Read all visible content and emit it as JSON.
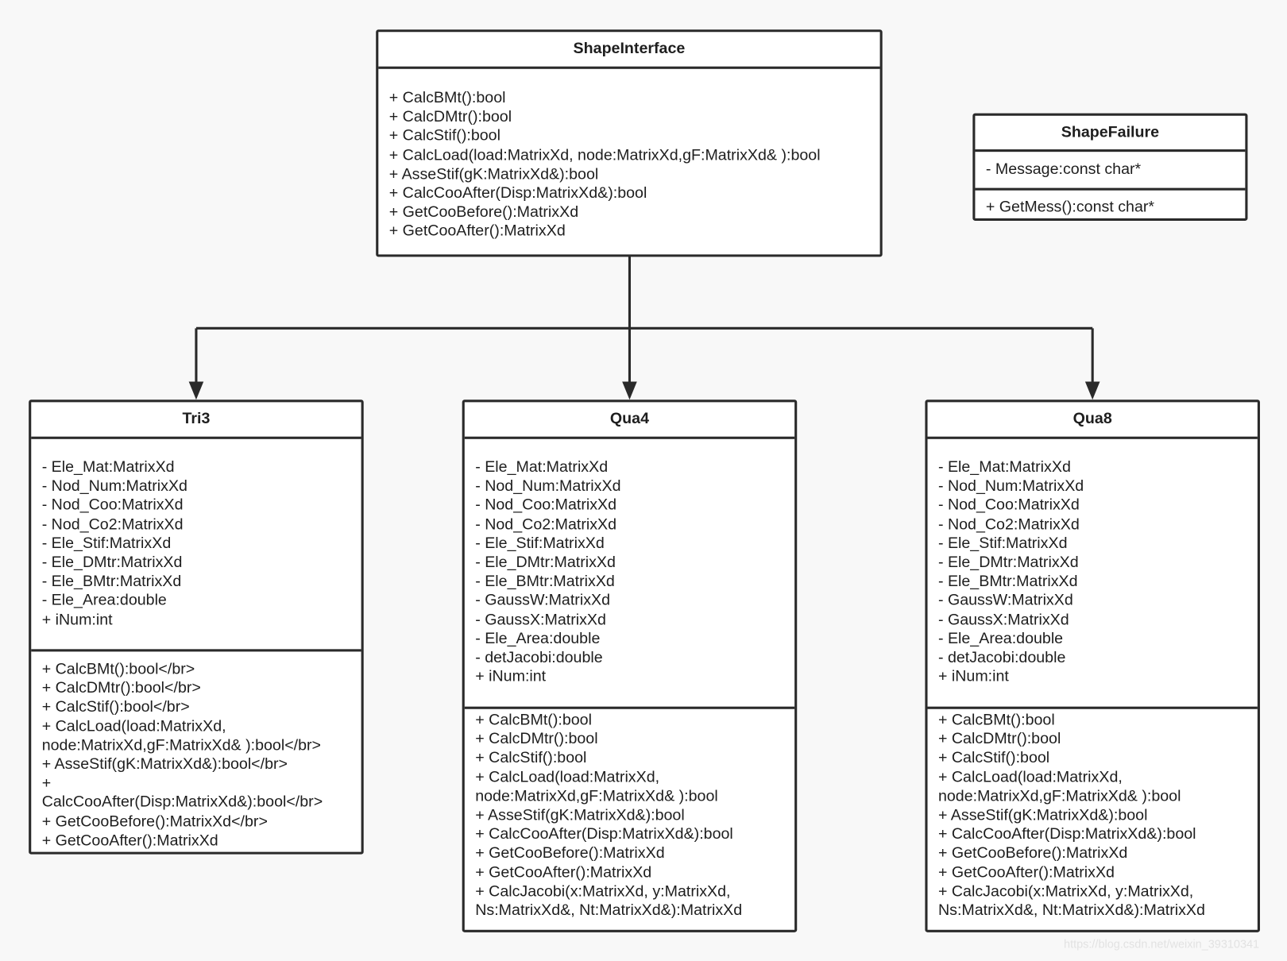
{
  "classes": {
    "shape_interface": {
      "name": "ShapeInterface",
      "operations": [
        "+ CalcBMt():bool",
        "+ CalcDMtr():bool",
        "+ CalcStif():bool",
        "+ CalcLoad(load:MatrixXd, node:MatrixXd,gF:MatrixXd& ):bool",
        "+ AsseStif(gK:MatrixXd&):bool",
        "+ CalcCooAfter(Disp:MatrixXd&):bool",
        "+ GetCooBefore():MatrixXd",
        "+ GetCooAfter():MatrixXd"
      ]
    },
    "shape_failure": {
      "name": "ShapeFailure",
      "attributes": [
        "- Message:const char*"
      ],
      "operations": [
        "+ GetMess():const char*"
      ]
    },
    "tri3": {
      "name": "Tri3",
      "attributes": [
        "- Ele_Mat:MatrixXd",
        "- Nod_Num:MatrixXd",
        "- Nod_Coo:MatrixXd",
        "- Nod_Co2:MatrixXd",
        "- Ele_Stif:MatrixXd",
        "- Ele_DMtr:MatrixXd",
        "- Ele_BMtr:MatrixXd",
        "- Ele_Area:double",
        "+ iNum:int"
      ],
      "operations": [
        "+ CalcBMt():bool</br>",
        "+ CalcDMtr():bool</br>",
        "+ CalcStif():bool</br>",
        "+ CalcLoad(load:MatrixXd,\nnode:MatrixXd,gF:MatrixXd& ):bool</br>",
        "+ AsseStif(gK:MatrixXd&):bool</br>",
        "+\nCalcCooAfter(Disp:MatrixXd&):bool</br>",
        "+ GetCooBefore():MatrixXd</br>",
        "+ GetCooAfter():MatrixXd"
      ]
    },
    "qua4": {
      "name": "Qua4",
      "attributes": [
        "- Ele_Mat:MatrixXd",
        "- Nod_Num:MatrixXd",
        "- Nod_Coo:MatrixXd",
        "- Nod_Co2:MatrixXd",
        "- Ele_Stif:MatrixXd",
        "- Ele_DMtr:MatrixXd",
        "- Ele_BMtr:MatrixXd",
        "- GaussW:MatrixXd",
        "- GaussX:MatrixXd",
        "- Ele_Area:double",
        "- detJacobi:double",
        "+ iNum:int"
      ],
      "operations": [
        "+ CalcBMt():bool",
        "+ CalcDMtr():bool",
        "+ CalcStif():bool",
        "+ CalcLoad(load:MatrixXd,\nnode:MatrixXd,gF:MatrixXd& ):bool",
        "+ AsseStif(gK:MatrixXd&):bool",
        "+ CalcCooAfter(Disp:MatrixXd&):bool",
        "+ GetCooBefore():MatrixXd",
        "+ GetCooAfter():MatrixXd",
        "+ CalcJacobi(x:MatrixXd, y:MatrixXd,\nNs:MatrixXd&, Nt:MatrixXd&):MatrixXd"
      ]
    },
    "qua8": {
      "name": "Qua8",
      "attributes": [
        "- Ele_Mat:MatrixXd",
        "- Nod_Num:MatrixXd",
        "- Nod_Coo:MatrixXd",
        "- Nod_Co2:MatrixXd",
        "- Ele_Stif:MatrixXd",
        "- Ele_DMtr:MatrixXd",
        "- Ele_BMtr:MatrixXd",
        "- GaussW:MatrixXd",
        "- GaussX:MatrixXd",
        "- Ele_Area:double",
        "- detJacobi:double",
        "+ iNum:int"
      ],
      "operations": [
        "+ CalcBMt():bool",
        "+ CalcDMtr():bool",
        "+ CalcStif():bool",
        "+ CalcLoad(load:MatrixXd,\nnode:MatrixXd,gF:MatrixXd& ):bool",
        "+ AsseStif(gK:MatrixXd&):bool",
        "+ CalcCooAfter(Disp:MatrixXd&):bool",
        "+ GetCooBefore():MatrixXd",
        "+ GetCooAfter():MatrixXd",
        "+ CalcJacobi(x:MatrixXd, y:MatrixXd,\nNs:MatrixXd&, Nt:MatrixXd&):MatrixXd"
      ]
    }
  },
  "relations": [
    {
      "from": "shape_interface",
      "to": "tri3",
      "type": "arrow"
    },
    {
      "from": "shape_interface",
      "to": "qua4",
      "type": "arrow"
    },
    {
      "from": "shape_interface",
      "to": "qua8",
      "type": "arrow"
    }
  ],
  "colors": {
    "background": "#f8f8f8",
    "box_fill": "#ffffff",
    "stroke": "#2a2a2a",
    "text": "#1e1e1e"
  },
  "watermark": "https://blog.csdn.net/weixin_39310341"
}
